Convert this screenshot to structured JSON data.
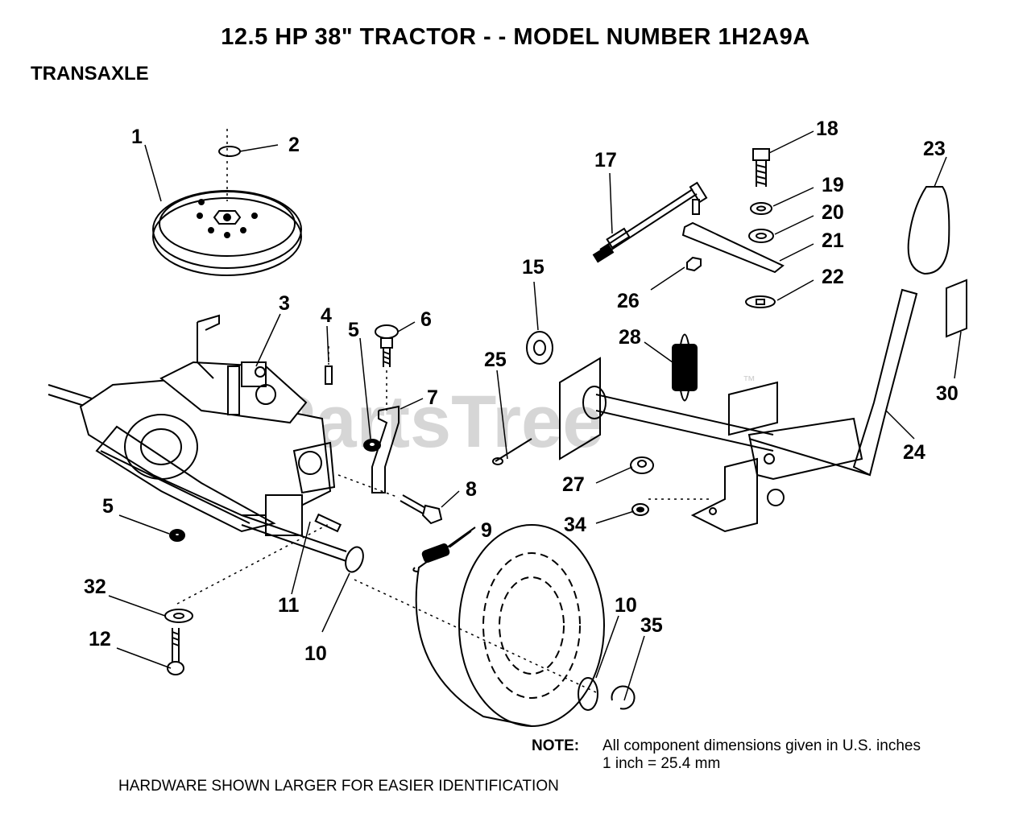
{
  "header": {
    "title": "12.5 HP 38\" TRACTOR - - MODEL NUMBER 1H2A9A",
    "section": "TRANSAXLE"
  },
  "watermark": {
    "text": "PartsTree",
    "tm": "™"
  },
  "callouts": [
    "1",
    "2",
    "3",
    "4",
    "5",
    "6",
    "7",
    "8",
    "9",
    "10",
    "11",
    "12",
    "15",
    "17",
    "18",
    "19",
    "20",
    "21",
    "22",
    "23",
    "24",
    "25",
    "26",
    "27",
    "28",
    "30",
    "32",
    "34",
    "35",
    "5",
    "10"
  ],
  "footer": {
    "note_label": "NOTE:",
    "note_line1": "All component dimensions given in U.S. inches",
    "note_line2": "1 inch = 25.4 mm",
    "hardware": "HARDWARE SHOWN LARGER FOR EASIER IDENTIFICATION"
  }
}
